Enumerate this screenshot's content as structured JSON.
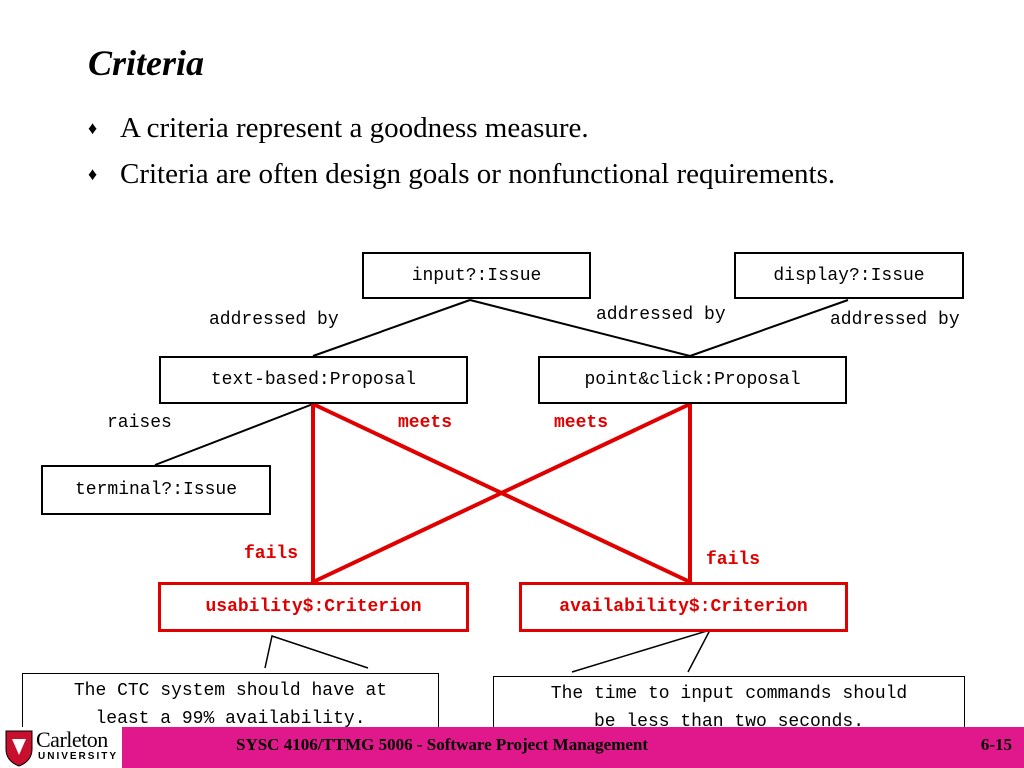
{
  "slide": {
    "title": "Criteria",
    "bullets": [
      "A criteria represent a goodness measure.",
      "Criteria are often design goals or nonfunctional requirements."
    ],
    "bullet_glyph": "♦"
  },
  "diagram": {
    "nodes": {
      "input_issue": "input?:Issue",
      "display_issue": "display?:Issue",
      "text_proposal": "text-based:Proposal",
      "point_proposal": "point&click:Proposal",
      "terminal_issue": "terminal?:Issue",
      "usability_criterion": "usability$:Criterion",
      "availability_criterion": "availability$:Criterion"
    },
    "edge_labels": {
      "addressed_by_left": "addressed by",
      "addressed_by_mid": "addressed by",
      "addressed_by_right": "addressed by",
      "raises": "raises",
      "meets_left": "meets",
      "meets_right": "meets",
      "fails_left": "fails",
      "fails_right": "fails"
    },
    "notes": {
      "availability_note": [
        "The CTC system should have at",
        "least a 99% availability."
      ],
      "usability_note": [
        "The time to input commands should",
        "be less than two seconds."
      ]
    },
    "colors": {
      "criterion": "#e00000",
      "footer_bar": "#e0188c"
    }
  },
  "footer": {
    "course": "SYSC 4106/TTMG 5006 - Software Project Management",
    "page": "6-15",
    "logo_name": "Carleton",
    "logo_sub": "UNIVERSITY"
  }
}
